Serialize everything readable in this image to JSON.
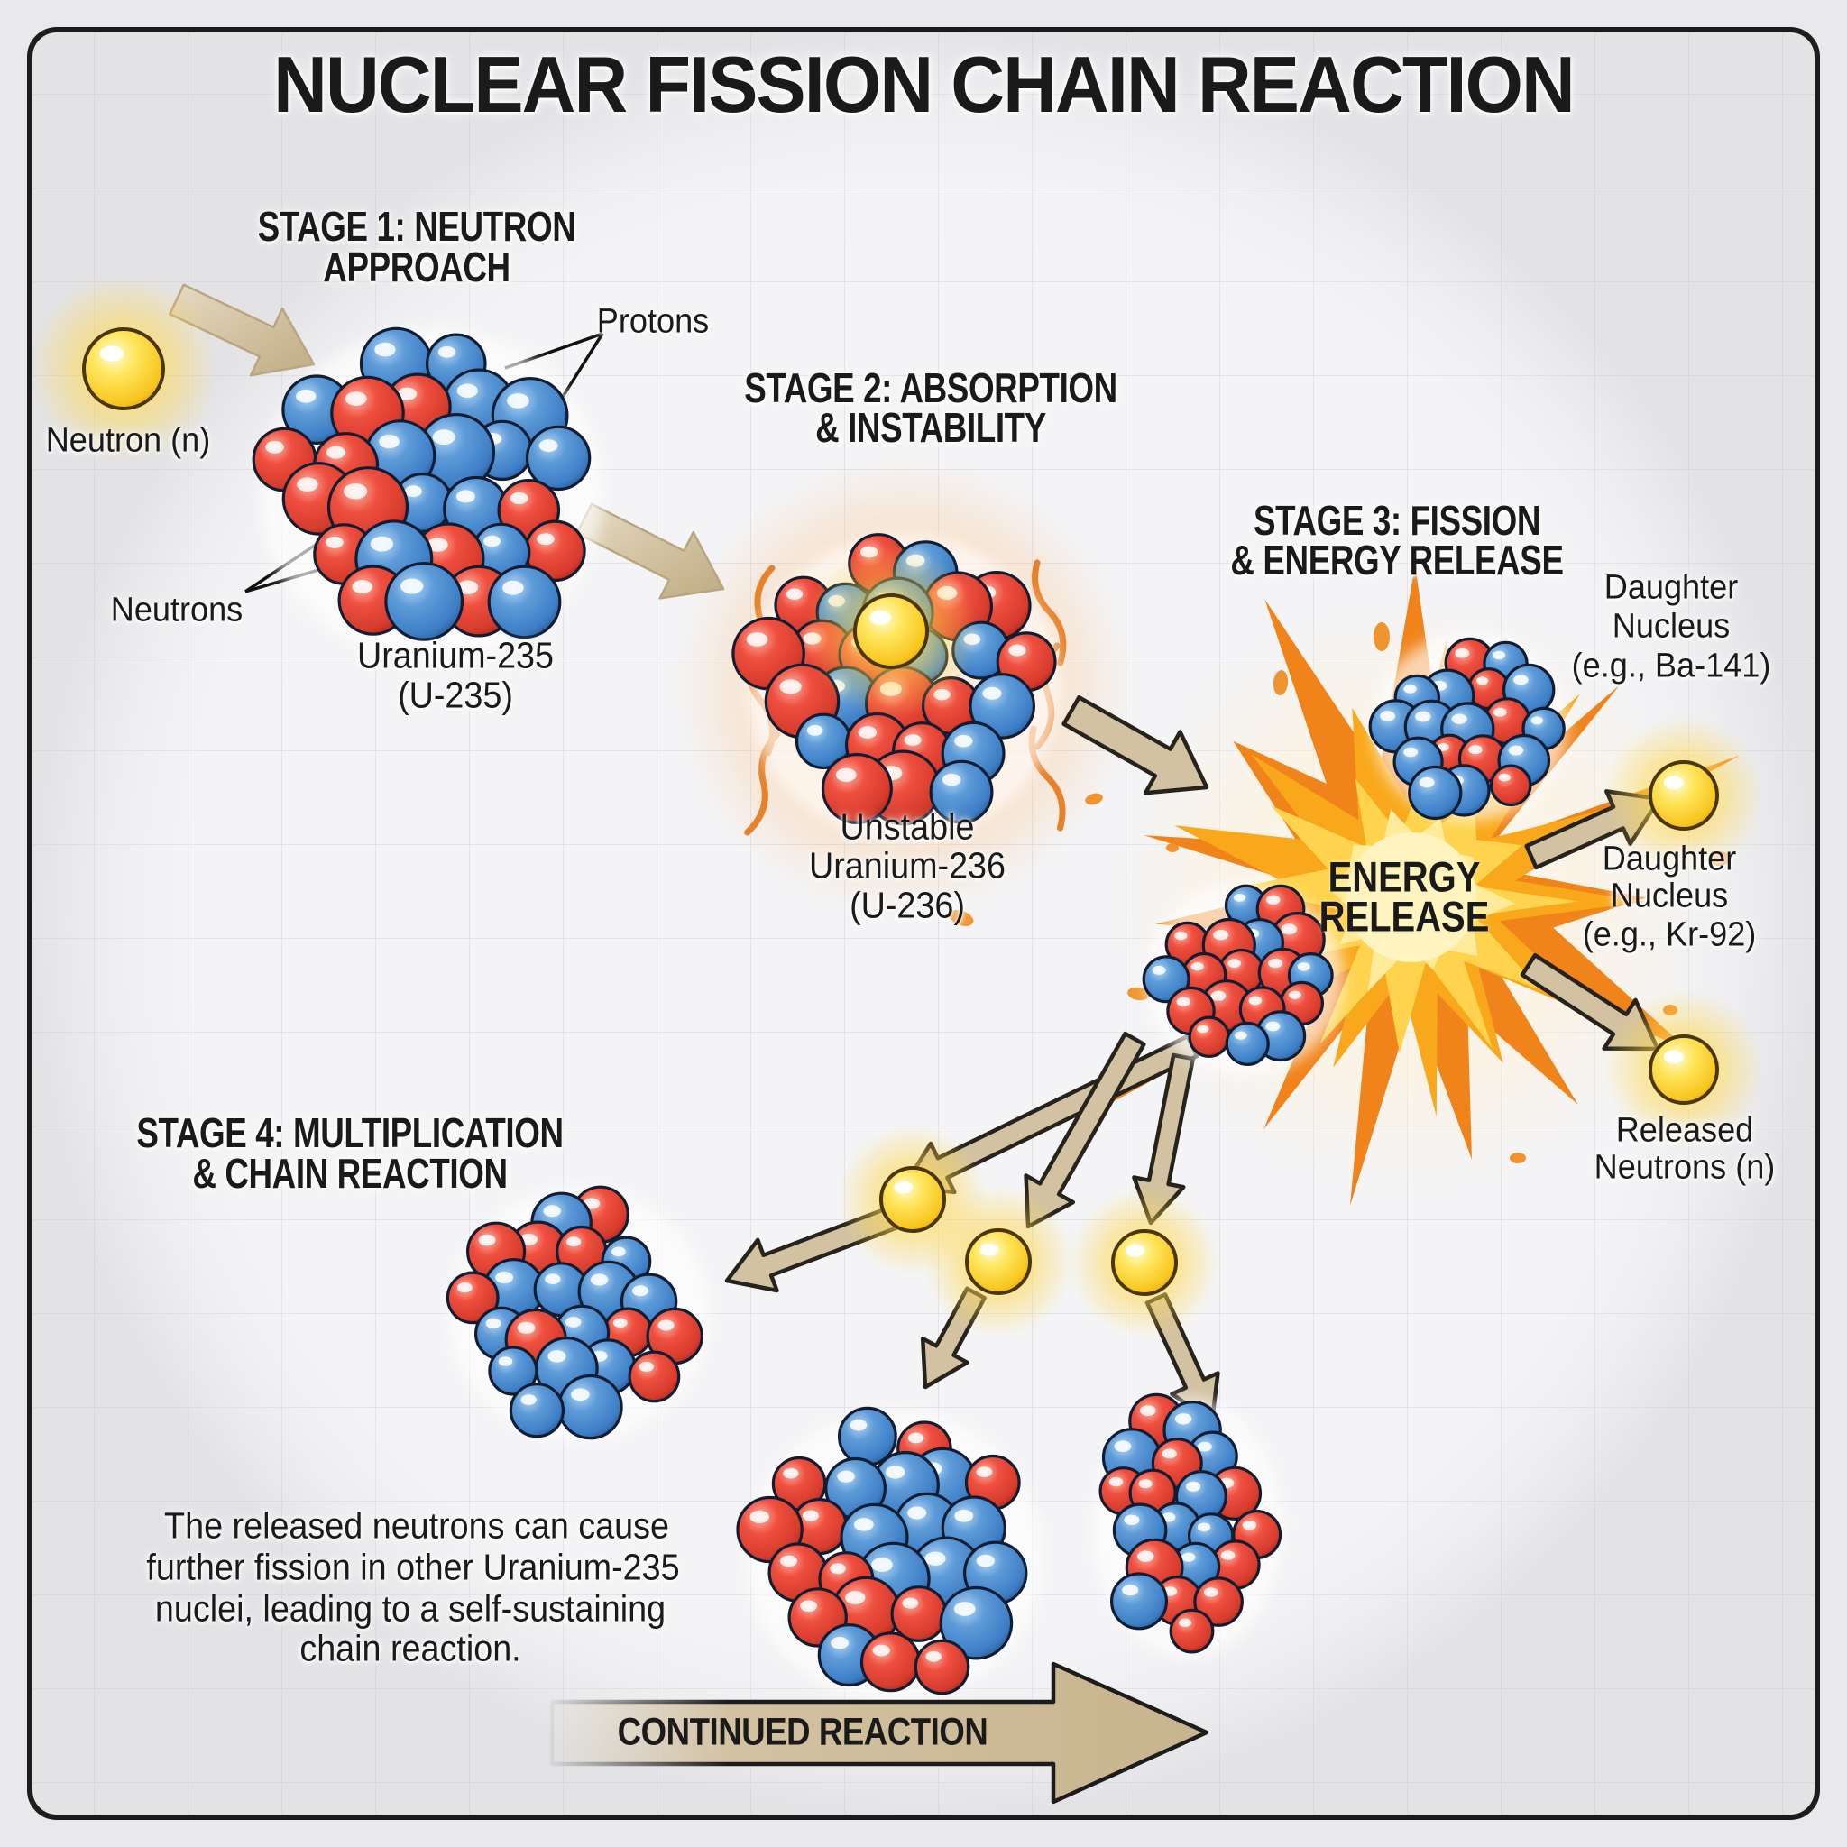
{
  "title": "NUCLEAR FISSION CHAIN REACTION",
  "stage1": {
    "line1": "STAGE 1: NEUTRON",
    "line2": "APPROACH"
  },
  "stage2": {
    "line1": "STAGE 2: ABSORPTION",
    "line2": "& INSTABILITY"
  },
  "stage3": {
    "line1": "STAGE 3: FISSION",
    "line2": "& ENERGY RELEASE"
  },
  "stage4": {
    "line1": "STAGE 4: MULTIPLICATION",
    "line2": "& CHAIN REACTION"
  },
  "labels": {
    "neutron": "Neutron (n)",
    "protons": "Protons",
    "neutrons": "Neutrons",
    "u235_line1": "Uranium-235",
    "u235_line2": "(U-235)",
    "u236_line1": "Unstable",
    "u236_line2": "Uranium-236",
    "u236_line3": "(U-236)",
    "daughter1_line1": "Daughter",
    "daughter1_line2": "Nucleus",
    "daughter1_line3": "(e.g., Ba-141)",
    "daughter2_line1": "Daughter",
    "daughter2_line2": "Nucleus",
    "daughter2_line3": "(e.g., Kr-92)",
    "released_line1": "Released",
    "released_line2": "Neutrons (n)",
    "energy_line1": "ENERGY",
    "energy_line2": "RELEASE",
    "continued": "CONTINUED REACTION"
  },
  "paragraph": {
    "line1": "The released neutrons can cause",
    "line2": "further fission in other Uranium-235",
    "line3": "nuclei, leading to a self-sustaining",
    "line4": "chain reaction."
  },
  "colors": {
    "text": "#1a1a1a",
    "background": "#f4f4f6",
    "grid_line": "#e2e2e7",
    "frame": "#1c1c1c",
    "proton_red": "#d63b2c",
    "neutron_blue": "#3d7ec6",
    "free_neutron_yellow": "#f8c51d",
    "arrow_tan": "#d2c2a2",
    "arrow_outline": "#26221c",
    "explosion_outer": "#ef7f12",
    "explosion_mid": "#f9a81b",
    "explosion_inner": "#ffd34d",
    "explosion_core": "#fff4c0",
    "glow_orange": "#ff9c3c"
  }
}
